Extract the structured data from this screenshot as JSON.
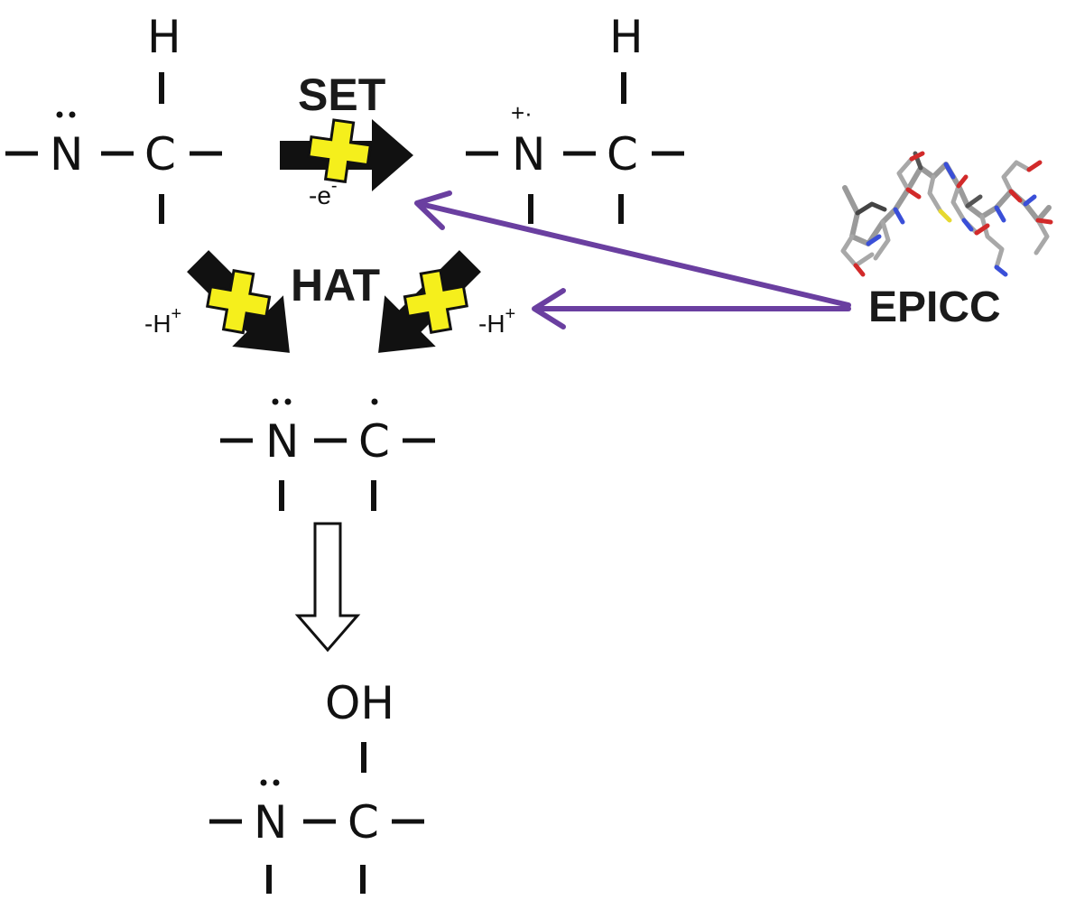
{
  "labels": {
    "set": "SET",
    "hat": "HAT",
    "electron_loss": "-e",
    "electron_loss_sup": "-",
    "proton_loss": "-H",
    "proton_loss_sup": "+",
    "enzyme": "EPICC"
  },
  "atoms": {
    "nitrogen": "N",
    "carbon": "C",
    "hydrogen": "H",
    "hydroxyl": "OH"
  },
  "charges": {
    "radical_cation": "+·"
  },
  "colors": {
    "inhibition_arrow": "#6a3fa0",
    "inhibition_cross": "#f5ef1c",
    "reaction_arrow": "#111111"
  },
  "icons": {
    "inhibition": "yellow-plus-cross",
    "enzyme_structure": "peptide-stick-model"
  }
}
